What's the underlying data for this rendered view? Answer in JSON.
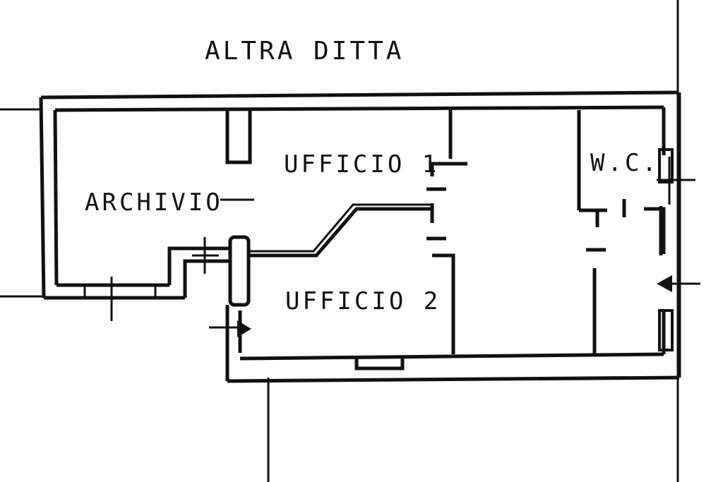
{
  "plan": {
    "neighbor_label": "ALTRA DITTA",
    "rooms": [
      {
        "id": "archivio",
        "label": "ARCHIVIO"
      },
      {
        "id": "ufficio1",
        "label": "UFFICIO 1"
      },
      {
        "id": "ufficio2",
        "label": "UFFICIO 2"
      },
      {
        "id": "wc",
        "label": "W.C."
      }
    ],
    "line_color": "#111111",
    "background": "#ffffff"
  }
}
